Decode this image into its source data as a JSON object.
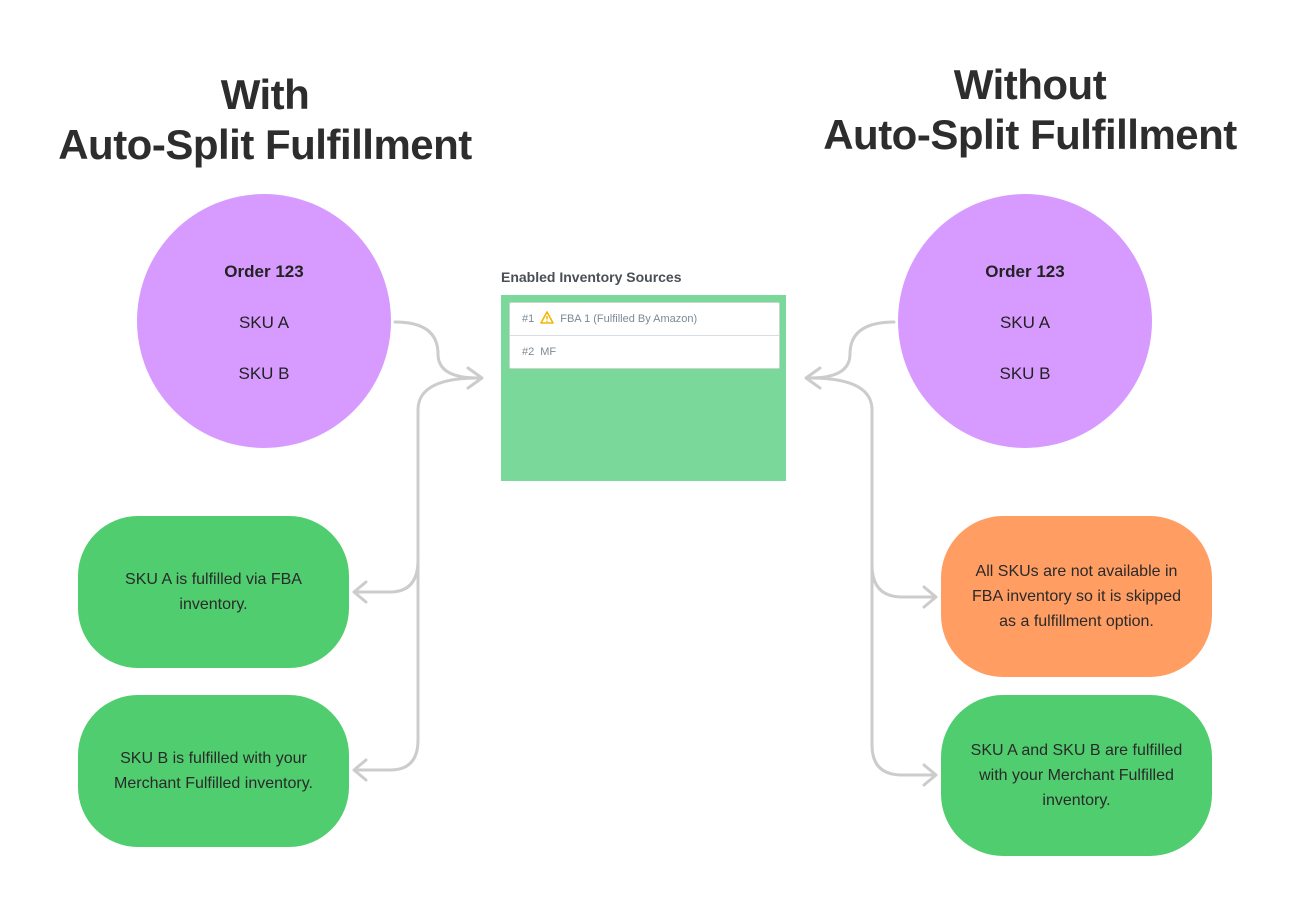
{
  "left": {
    "title_line1": "With",
    "title_line2": "Auto-Split Fulfillment",
    "order": {
      "title": "Order 123",
      "sku1": "SKU A",
      "sku2": "SKU B"
    },
    "results": [
      "SKU A is fulfilled via FBA inventory.",
      "SKU B is fulfilled with your Merchant Fulfilled inventory."
    ]
  },
  "right": {
    "title_line1": "Without",
    "title_line2": "Auto-Split Fulfillment",
    "order": {
      "title": "Order 123",
      "sku1": "SKU A",
      "sku2": "SKU B"
    },
    "results": [
      "All SKUs are not available in FBA inventory so it is skipped as a fulfillment option.",
      "SKU A and SKU B are fulfilled with your Merchant Fulfilled inventory."
    ]
  },
  "sources": {
    "heading": "Enabled Inventory Sources",
    "items": [
      {
        "num": "#1",
        "label": "FBA 1 (Fulfilled By Amazon)",
        "icon": "warning-icon"
      },
      {
        "num": "#2",
        "label": "MF"
      }
    ]
  },
  "colors": {
    "order_circle": "#d79bff",
    "sources_panel": "#7ad99a",
    "result_green": "#50cd6e",
    "result_orange": "#ff9d63",
    "connector": "#cccccc",
    "warning": "#f2b705"
  }
}
